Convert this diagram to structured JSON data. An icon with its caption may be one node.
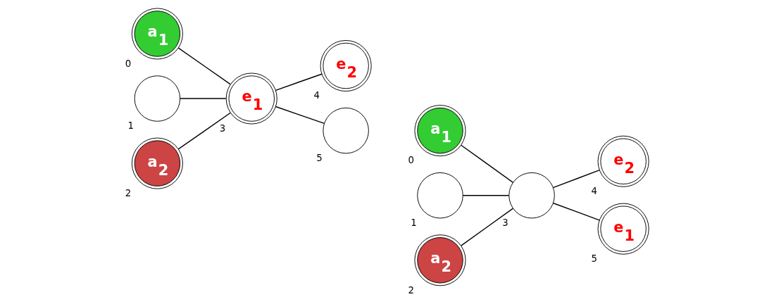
{
  "diagram": {
    "nodes": [
      {
        "text": [
          "a$_{1}$"
        ],
        "beside": [
          "0"
        ]
      },
      {
        "text": [],
        "shape": "circle",
        "beside": [
          "1"
        ]
      },
      {
        "text": [
          "a$_{2}$"
        ],
        "beside": [
          "2"
        ]
      },
      {
        "text": [
          "e$_{1}$"
        ],
        "beside": [
          "3"
        ]
      },
      {
        "text": [
          "e$_{2}$"
        ],
        "beside": [
          "4"
        ]
      },
      {
        "text": [],
        "shape": "circle",
        "beside": [
          "5"
        ]
      },
      {
        "text": [
          "a$_{1}$"
        ],
        "beside": [
          "0"
        ]
      },
      {
        "text": [],
        "shape": "circle",
        "beside": [
          "1"
        ]
      },
      {
        "text": [
          "a$_{2}$"
        ],
        "beside": [
          "2"
        ]
      },
      {
        "text": [],
        "shape": "circle",
        "beside": [
          "3"
        ]
      },
      {
        "text": [
          "e$_{2}$"
        ],
        "beside": [
          "4"
        ]
      },
      {
        "text": [
          "e$_{1}$"
        ],
        "beside": [
          "5"
        ]
      }
    ],
    "edges": [
      {
        "from": 0,
        "to": 3,
        "arrow": "none"
      },
      {
        "from": 1,
        "to": 3,
        "arrow": "none"
      },
      {
        "from": 2,
        "to": 3,
        "arrow": "none"
      },
      {
        "from": 3,
        "to": 4,
        "arrow": "none"
      },
      {
        "from": 3,
        "to": 5,
        "arrow": "none"
      },
      {
        "from": 6,
        "to": 9,
        "arrow": "none"
      },
      {
        "from": 7,
        "to": 9,
        "arrow": "none"
      },
      {
        "from": 8,
        "to": 9,
        "arrow": "none"
      },
      {
        "from": 9,
        "to": 10,
        "arrow": "none"
      },
      {
        "from": 9,
        "to": 11,
        "arrow": "none"
      }
    ]
  }
}
